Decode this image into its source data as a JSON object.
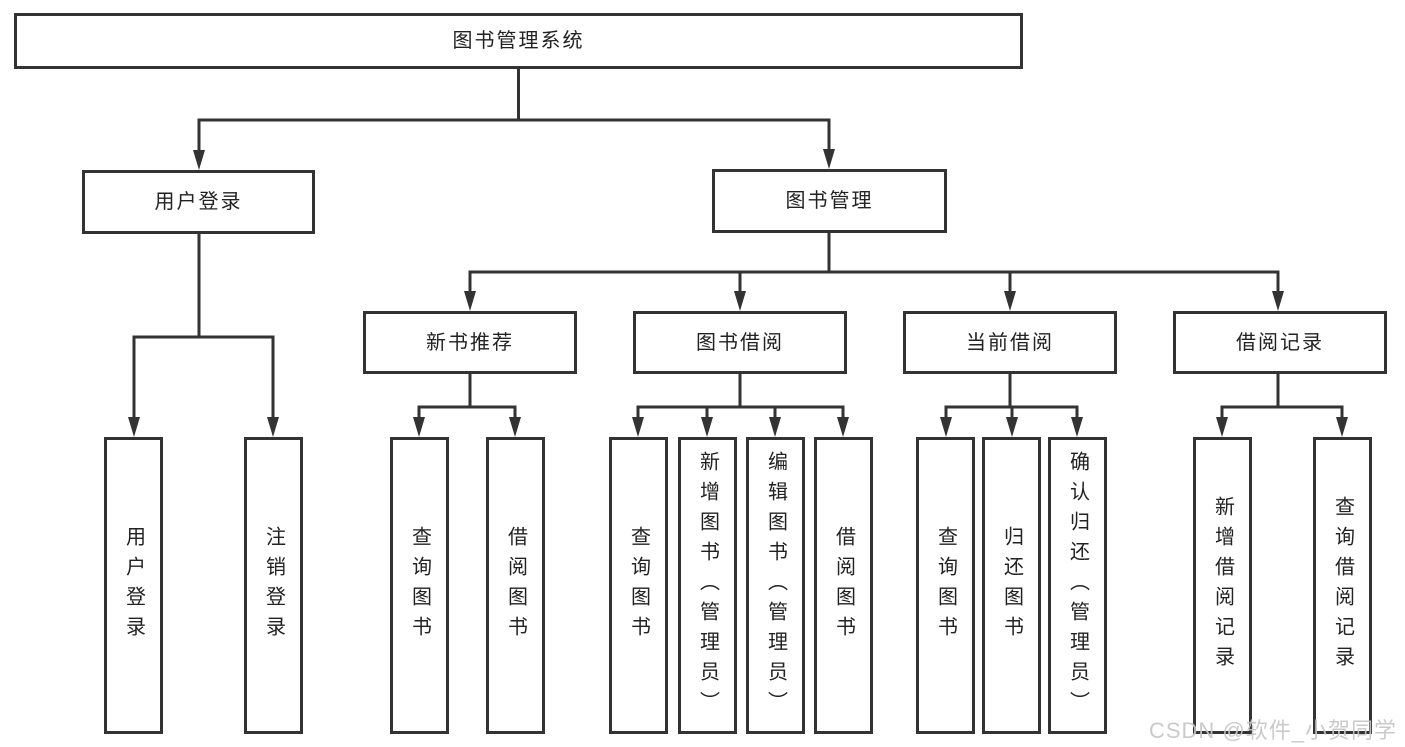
{
  "diagram_title": "图书管理系统",
  "tree": {
    "root": {
      "label": "图书管理系统"
    },
    "branches": [
      {
        "label": "用户登录",
        "children": [
          {
            "label": "用户登录"
          },
          {
            "label": "注销登录"
          }
        ]
      },
      {
        "label": "图书管理",
        "children": [
          {
            "label": "新书推荐",
            "children": [
              {
                "label": "查询图书"
              },
              {
                "label": "借阅图书"
              }
            ]
          },
          {
            "label": "图书借阅",
            "children": [
              {
                "label": "查询图书"
              },
              {
                "label": "新增图书（管理员）"
              },
              {
                "label": "编辑图书（管理员）"
              },
              {
                "label": "借阅图书"
              }
            ]
          },
          {
            "label": "当前借阅",
            "children": [
              {
                "label": "查询图书"
              },
              {
                "label": "归还图书"
              },
              {
                "label": "确认归还（管理员）"
              }
            ]
          },
          {
            "label": "借阅记录",
            "children": [
              {
                "label": "新增借阅记录"
              },
              {
                "label": "查询借阅记录"
              }
            ]
          }
        ]
      }
    ]
  },
  "watermark": {
    "text": "CSDN @软件_小贺同学"
  },
  "colors": {
    "line": "#333333",
    "box_border": "#333333",
    "text": "#222222",
    "background": "#ffffff",
    "watermark": "#c6c6c6"
  }
}
